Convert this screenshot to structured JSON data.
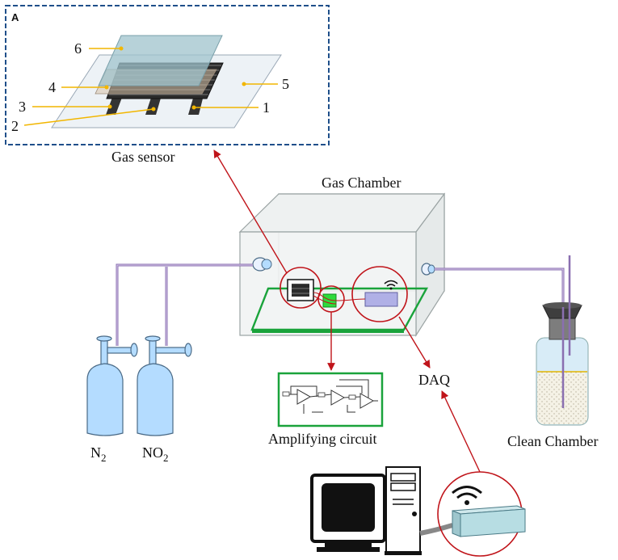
{
  "panel_letter": "A",
  "labels": {
    "gas_sensor": "Gas sensor",
    "gas_chamber": "Gas Chamber",
    "daq": "DAQ",
    "amplifying_circuit": "Amplifying circuit",
    "clean_chamber": "Clean Chamber",
    "n2_main": "N",
    "n2_sub": "2",
    "no2_main": "NO",
    "no2_sub": "2"
  },
  "sensor_parts": [
    "1",
    "2",
    "3",
    "4",
    "5",
    "6"
  ],
  "colors": {
    "inset_border": "#1f4f8a",
    "pointer_lines": "#f2b600",
    "arrows": "#c0141a",
    "circuit_board": "#1aa33b",
    "gas_cylinders": "#b4dcff",
    "gas_pipes": "#8a6fb0",
    "daq_module": "#b7dde3"
  }
}
